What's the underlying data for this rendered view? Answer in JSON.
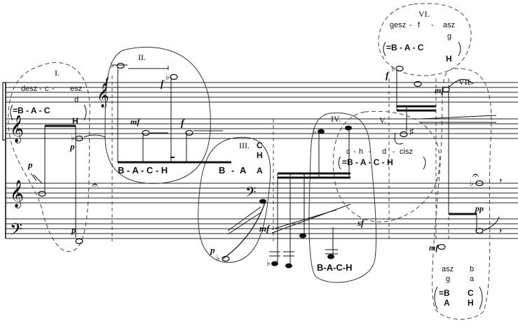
{
  "groups": [
    {
      "numeral": "I.",
      "syllables": [
        "desz",
        "c",
        "esz",
        "d"
      ],
      "letters": [
        "=B - A - C",
        "H"
      ]
    },
    {
      "numeral": "II.",
      "letters": [
        "B - A - C - H"
      ]
    },
    {
      "numeral": "III.",
      "letters": [
        "C",
        "H",
        "A"
      ],
      "trailing_letters": [
        "B",
        "A"
      ]
    },
    {
      "numeral": "IV.",
      "letters": [
        "B-A-C-H"
      ]
    },
    {
      "numeral": "V.",
      "syllables": [
        "c",
        "h",
        "d",
        "cisz"
      ],
      "letters": [
        "=B - A - C - H"
      ]
    },
    {
      "numeral": "VI.",
      "syllables": [
        "gesz",
        "f",
        "asz",
        "g"
      ],
      "letters": [
        "=B - A - C",
        "H"
      ]
    },
    {
      "numeral": "VII.",
      "syllables": [
        "asz",
        "g",
        "b",
        "a"
      ],
      "letters": [
        "=B",
        "A",
        "C",
        "H"
      ]
    }
  ],
  "dynamics": [
    "p",
    "p",
    "p",
    "f",
    "f",
    "mf",
    "f",
    "mf",
    "p",
    "sf",
    "f",
    "mf",
    "pp"
  ],
  "clefs": [
    "treble-clef",
    "treble-clef",
    "bass-clef",
    "bass-clef"
  ]
}
